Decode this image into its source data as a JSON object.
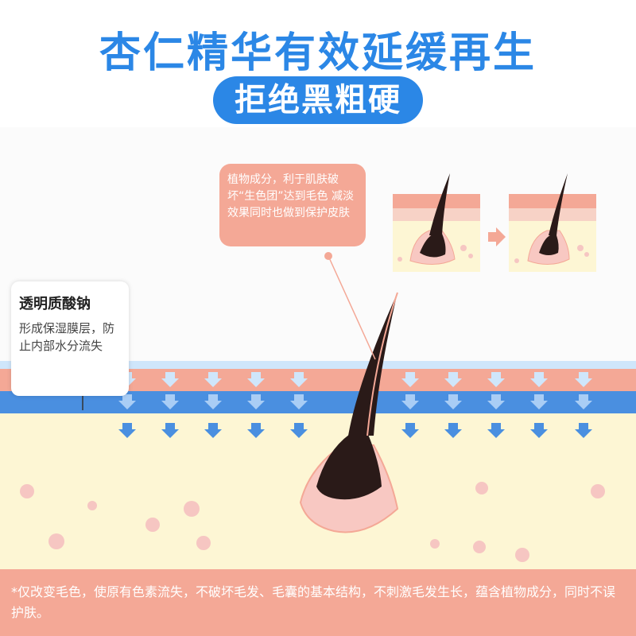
{
  "header": {
    "title": "杏仁精华有效延缓再生",
    "subtitle": "拒绝黑粗硬"
  },
  "callout_plant": {
    "text": "植物成分，利于肌肤破坏“生色团”达到毛色 减淡效果同时也做到保护皮肤"
  },
  "callout_sodium": {
    "heading": "透明质酸钠",
    "body": "形成保湿膜层，防止内部水分流失"
  },
  "footer_note": {
    "text": "*仅改变毛色，使原有色素流失，不破坏毛发、毛囊的基本结构，不刺激毛发生长，蕴含植物成分，同时不误护肤。"
  },
  "colors": {
    "brand_blue": "#2b87e6",
    "coral": "#f4a896",
    "skin_cream": "#fdf6d4",
    "hair_dark": "#2a1a18",
    "arrow_blue": "#4a8fe0"
  },
  "icons": {
    "arrow": "arrow-right-icon",
    "down_arrows": "arrow-down-icon"
  }
}
